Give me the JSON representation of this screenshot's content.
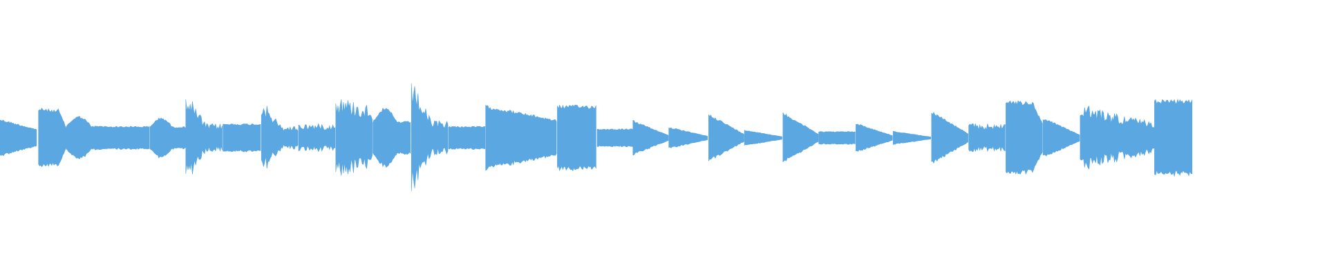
{
  "waveform": {
    "color": "#5aa7e2",
    "background": "#ffffff",
    "segments": [
      {
        "start": 0.0,
        "end": 0.028,
        "peak": 0.14,
        "shape": "decay_soft"
      },
      {
        "start": 0.029,
        "end": 0.05,
        "peak": 0.22,
        "shape": "hold_decay"
      },
      {
        "start": 0.05,
        "end": 0.08,
        "peak": 0.16,
        "shape": "bump"
      },
      {
        "start": 0.08,
        "end": 0.113,
        "peak": 0.09,
        "shape": "flat"
      },
      {
        "start": 0.113,
        "end": 0.14,
        "peak": 0.15,
        "shape": "bump"
      },
      {
        "start": 0.14,
        "end": 0.168,
        "peak": 0.35,
        "shape": "spiky_decay"
      },
      {
        "start": 0.168,
        "end": 0.197,
        "peak": 0.11,
        "shape": "flat"
      },
      {
        "start": 0.197,
        "end": 0.225,
        "peak": 0.29,
        "shape": "spiky_decay"
      },
      {
        "start": 0.225,
        "end": 0.253,
        "peak": 0.11,
        "shape": "flat_spiky"
      },
      {
        "start": 0.253,
        "end": 0.281,
        "peak": 0.31,
        "shape": "spiky_hold"
      },
      {
        "start": 0.281,
        "end": 0.31,
        "peak": 0.22,
        "shape": "bump"
      },
      {
        "start": 0.31,
        "end": 0.338,
        "peak": 0.43,
        "shape": "spiky_decay"
      },
      {
        "start": 0.338,
        "end": 0.366,
        "peak": 0.09,
        "shape": "flat"
      },
      {
        "start": 0.366,
        "end": 0.42,
        "peak": 0.24,
        "shape": "hold_decay_slow"
      },
      {
        "start": 0.42,
        "end": 0.45,
        "peak": 0.24,
        "shape": "hold"
      },
      {
        "start": 0.45,
        "end": 0.477,
        "peak": 0.07,
        "shape": "flat"
      },
      {
        "start": 0.477,
        "end": 0.504,
        "peak": 0.13,
        "shape": "decay"
      },
      {
        "start": 0.504,
        "end": 0.534,
        "peak": 0.08,
        "shape": "decay"
      },
      {
        "start": 0.534,
        "end": 0.561,
        "peak": 0.18,
        "shape": "decay"
      },
      {
        "start": 0.561,
        "end": 0.59,
        "peak": 0.06,
        "shape": "decay"
      },
      {
        "start": 0.59,
        "end": 0.617,
        "peak": 0.19,
        "shape": "decay"
      },
      {
        "start": 0.617,
        "end": 0.645,
        "peak": 0.05,
        "shape": "flat"
      },
      {
        "start": 0.645,
        "end": 0.673,
        "peak": 0.11,
        "shape": "decay"
      },
      {
        "start": 0.673,
        "end": 0.702,
        "peak": 0.05,
        "shape": "decay"
      },
      {
        "start": 0.702,
        "end": 0.73,
        "peak": 0.2,
        "shape": "decay"
      },
      {
        "start": 0.73,
        "end": 0.758,
        "peak": 0.11,
        "shape": "spiky_flat"
      },
      {
        "start": 0.758,
        "end": 0.786,
        "peak": 0.28,
        "shape": "hold_decay"
      },
      {
        "start": 0.786,
        "end": 0.814,
        "peak": 0.15,
        "shape": "decay"
      },
      {
        "start": 0.814,
        "end": 0.87,
        "peak": 0.25,
        "shape": "spiky_decay_long"
      },
      {
        "start": 0.87,
        "end": 0.899,
        "peak": 0.28,
        "shape": "hold"
      }
    ]
  }
}
